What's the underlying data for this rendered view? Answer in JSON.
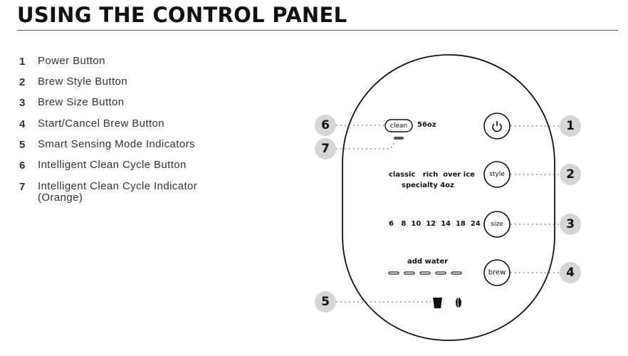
{
  "title": "USING THE CONTROL PANEL",
  "legend": [
    {
      "num": "1",
      "label": "Power Button"
    },
    {
      "num": "2",
      "label": "Brew Style Button"
    },
    {
      "num": "3",
      "label": "Brew Size Button"
    },
    {
      "num": "4",
      "label": "Start/Cancel Brew Button"
    },
    {
      "num": "5",
      "label": "Smart Sensing Mode Indicators"
    },
    {
      "num": "6",
      "label": "Intelligent Clean Cycle Button"
    },
    {
      "num": "7",
      "label": "Intelligent Clean Cycle Indicator (Orange)"
    }
  ],
  "panel": {
    "clean_button": "clean",
    "carafe_size": "56oz",
    "styles_line1": "classic   rich  over ice",
    "styles_line2": "specialty 4oz",
    "sizes": "6   8  10  12  14  18  24",
    "add_water": "add water",
    "style_button": "style",
    "size_button": "size",
    "brew_button": "brew"
  },
  "callouts": {
    "c1": "1",
    "c2": "2",
    "c3": "3",
    "c4": "4",
    "c5": "5",
    "c6": "6",
    "c7": "7"
  }
}
